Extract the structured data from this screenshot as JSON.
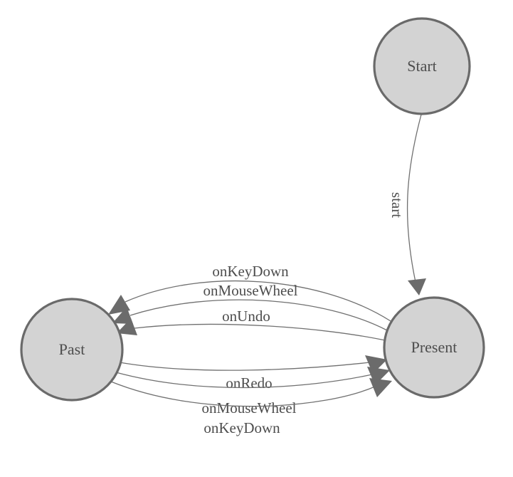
{
  "diagram": {
    "type": "state-machine",
    "nodes": [
      {
        "id": "start",
        "label": "Start"
      },
      {
        "id": "present",
        "label": "Present"
      },
      {
        "id": "past",
        "label": "Past"
      }
    ],
    "edges": [
      {
        "from": "start",
        "to": "present",
        "label": "start"
      },
      {
        "from": "present",
        "to": "past",
        "label": "onKeyDown"
      },
      {
        "from": "present",
        "to": "past",
        "label": "onMouseWheel"
      },
      {
        "from": "present",
        "to": "past",
        "label": "onUndo"
      },
      {
        "from": "past",
        "to": "present",
        "label": "onRedo"
      },
      {
        "from": "past",
        "to": "present",
        "label": "onMouseWheel"
      },
      {
        "from": "past",
        "to": "present",
        "label": "onKeyDown"
      }
    ],
    "colors": {
      "background": "#ffffff",
      "node_fill": "#d3d3d3",
      "node_stroke": "#6a6a6a",
      "edge_stroke": "#707070",
      "arrow_fill": "#6b6b6b",
      "text": "#4d4d4d"
    }
  }
}
